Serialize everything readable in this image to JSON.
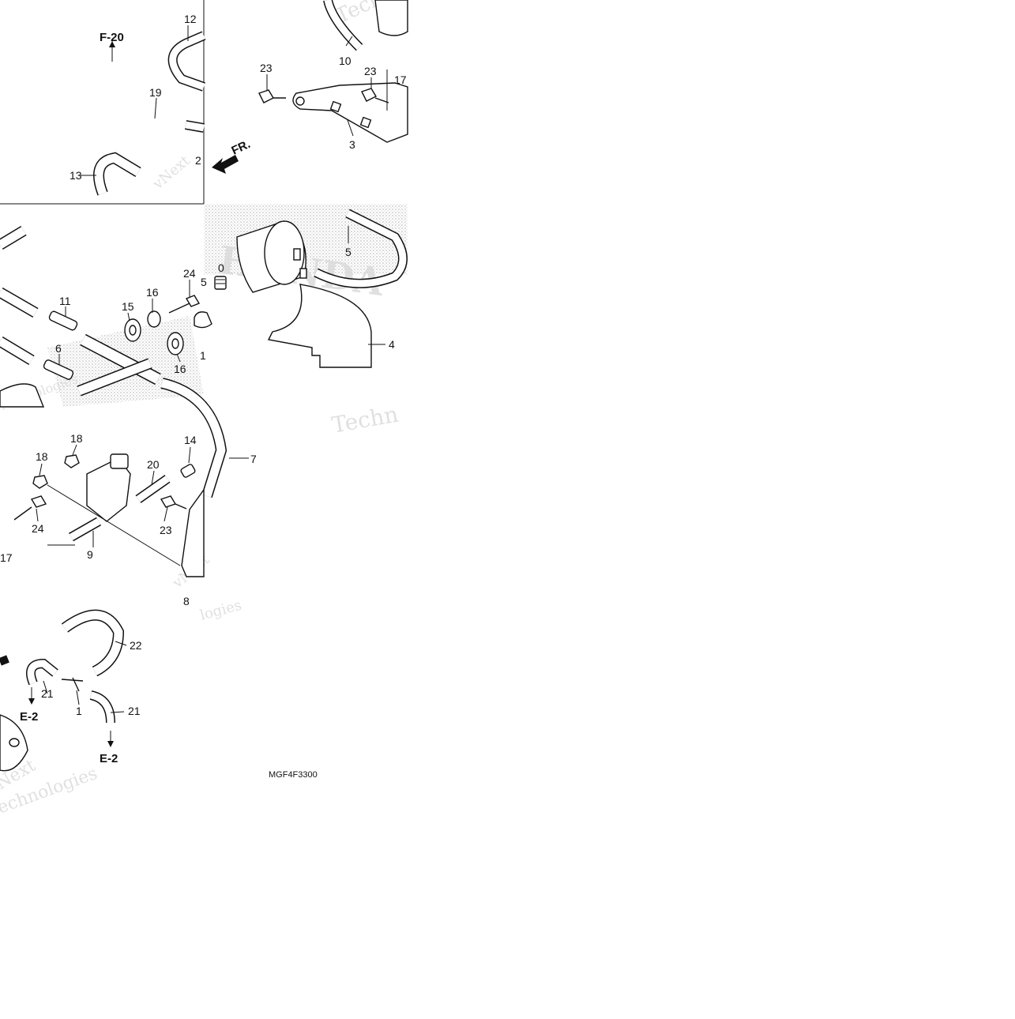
{
  "diagram": {
    "diagram_code": "MGF4F3300",
    "callouts": [
      "1",
      "3",
      "4",
      "5",
      "6",
      "7",
      "8",
      "9",
      "10",
      "11",
      "12",
      "13",
      "14",
      "15",
      "16",
      "16",
      "17",
      "17",
      "18",
      "18",
      "19",
      "20",
      "21",
      "21",
      "22",
      "23",
      "23",
      "23",
      "24",
      "24"
    ],
    "partial_labels": [
      "2",
      "5",
      "0",
      "1"
    ],
    "reference_labels": [
      "F-20",
      "E-2",
      "E-2"
    ],
    "front_label": "FR.",
    "brand_watermark": "HONDA",
    "watermarks": [
      "vNext",
      "Technologies",
      "Techno",
      "Techn",
      "Next",
      "logies",
      "echnologies"
    ]
  }
}
